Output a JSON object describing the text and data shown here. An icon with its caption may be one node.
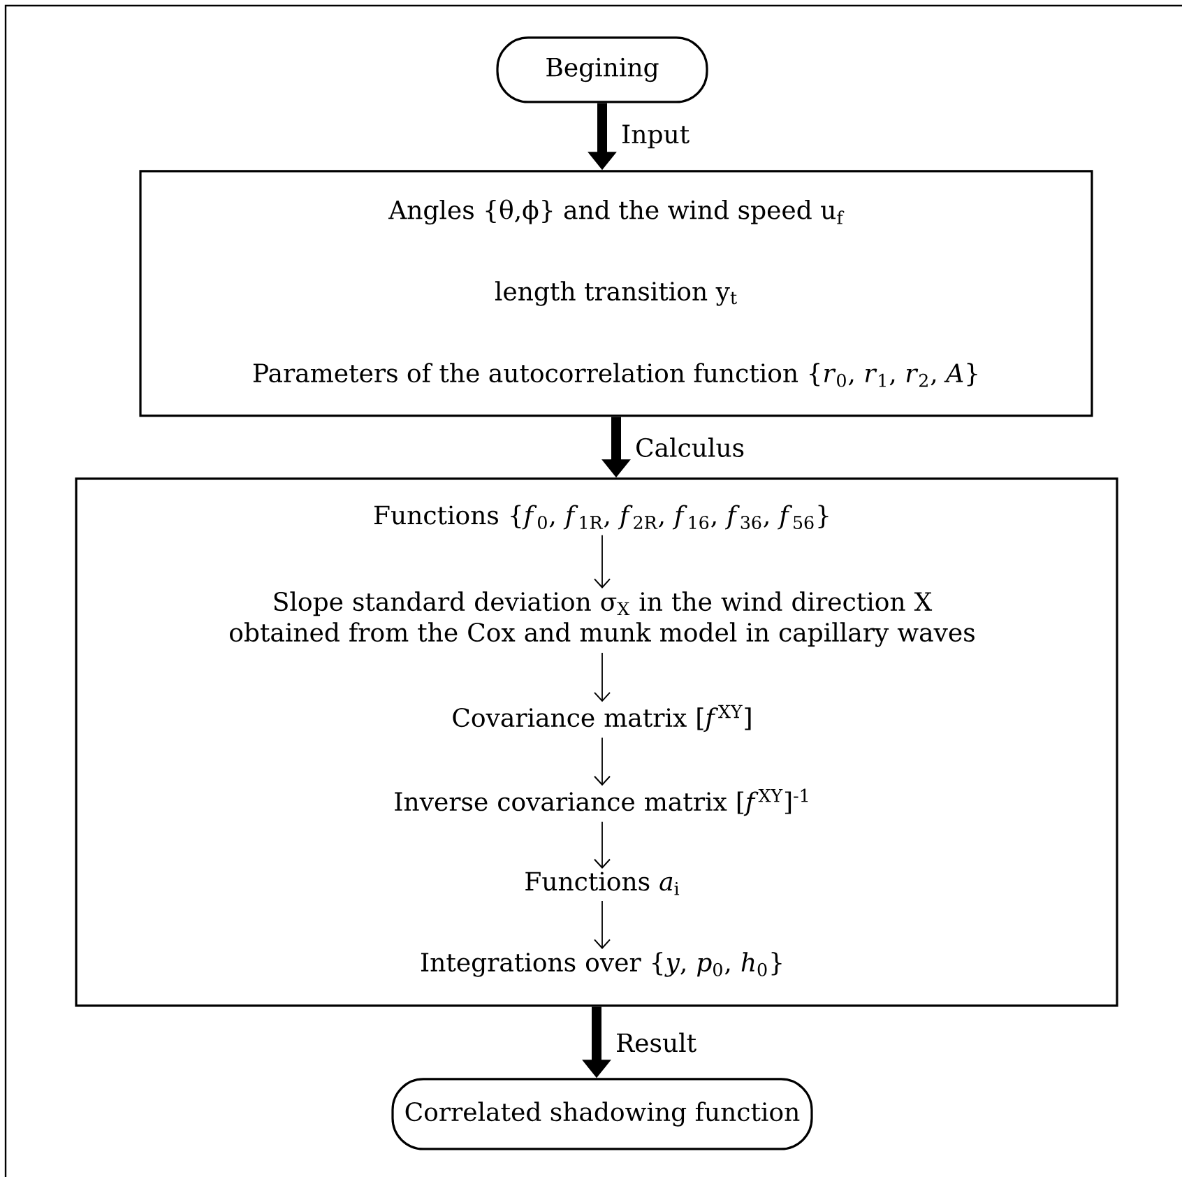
{
  "diagram": {
    "nodes": [
      {
        "text": [
          "Begining"
        ]
      },
      {
        "text": [
          "Angles {θ,ϕ} and the wind speed u$_{f}$",
          "length transition y$_{t}$",
          "Parameters of the autocorrelation function {*r*$_{0}$, *r*$_{1}$, *r*$_{2}$, *A*}"
        ]
      },
      {
        "text": [],
        "shape": "box"
      },
      {
        "text": [
          "Functions {*f*$_{0}$, *f*$_{1R}$, *f*$_{2R}$, *f*$_{16}$, *f*$_{36}$, *f*$_{56}$}"
        ],
        "in": 2
      },
      {
        "text": [
          "Slope standard deviation σ$_{X}$ in the wind direction X obtained from the Cox and munk model in capillary waves"
        ],
        "in": 2
      },
      {
        "text": [
          "Covariance matrix [*f*$^{XY}$]"
        ],
        "in": 2
      },
      {
        "text": [
          "Inverse covariance matrix [*f*$^{XY}$]$^{-1}$"
        ],
        "in": 2
      },
      {
        "text": [
          "Functions *a*$_{i}$"
        ],
        "in": 2
      },
      {
        "text": [
          "Integrations over {*y*, *p*$_{0}$, *h*$_{0}$}"
        ],
        "in": 2
      },
      {
        "text": [
          "Correlated shadowing function"
        ]
      }
    ],
    "edges": [
      {
        "from": 0,
        "to": 1,
        "arrow": "to",
        "label": "Input",
        "style": "thick"
      },
      {
        "from": 1,
        "to": 2,
        "arrow": "to",
        "label": "Calculus",
        "style": "thick"
      },
      {
        "from": 3,
        "to": 4,
        "arrow": "to"
      },
      {
        "from": 4,
        "to": 5,
        "arrow": "to"
      },
      {
        "from": 5,
        "to": 6,
        "arrow": "to"
      },
      {
        "from": 6,
        "to": 7,
        "arrow": "to"
      },
      {
        "from": 7,
        "to": 8,
        "arrow": "to"
      },
      {
        "from": 2,
        "to": 9,
        "arrow": "to",
        "label": "Result",
        "style": "thick"
      }
    ]
  }
}
